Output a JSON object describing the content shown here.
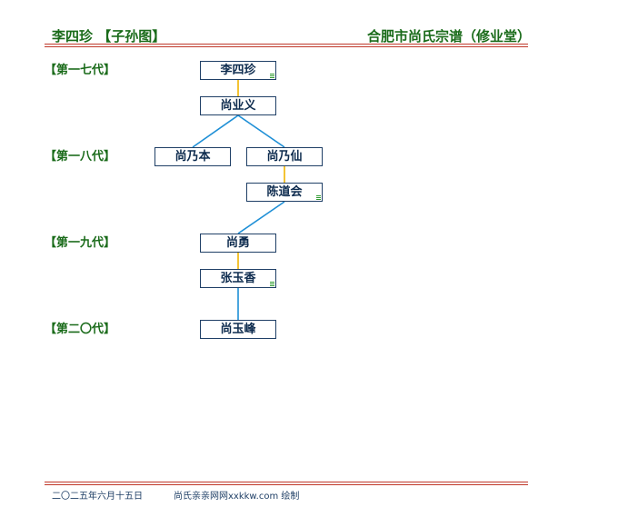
{
  "header": {
    "left_title": "李四珍 【子孙图】",
    "right_title": "合肥市尚氏宗谱（修业堂）"
  },
  "generations": [
    "【第一七代】",
    "【第一八代】",
    "【第一九代】",
    "【第二〇代】"
  ],
  "nodes": [
    {
      "id": "n1",
      "name": "李四珍",
      "has_mark": true
    },
    {
      "id": "n2",
      "name": "尚业义",
      "has_mark": false
    },
    {
      "id": "n3",
      "name": "尚乃本",
      "has_mark": false
    },
    {
      "id": "n4",
      "name": "尚乃仙",
      "has_mark": false
    },
    {
      "id": "n5",
      "name": "陈道会",
      "has_mark": true
    },
    {
      "id": "n6",
      "name": "尚勇",
      "has_mark": false
    },
    {
      "id": "n7",
      "name": "张玉香",
      "has_mark": true
    },
    {
      "id": "n8",
      "name": "尚玉峰",
      "has_mark": false
    }
  ],
  "links": [
    {
      "from": "n1",
      "to": "n2",
      "kind": "spouse"
    },
    {
      "from": "n2",
      "to": "n3",
      "kind": "child"
    },
    {
      "from": "n2",
      "to": "n4",
      "kind": "child"
    },
    {
      "from": "n4",
      "to": "n5",
      "kind": "spouse"
    },
    {
      "from": "n5",
      "to": "n6",
      "kind": "child"
    },
    {
      "from": "n6",
      "to": "n7",
      "kind": "spouse"
    },
    {
      "from": "n7",
      "to": "n8",
      "kind": "child"
    }
  ],
  "colors": {
    "spouse_link": "#f0b400",
    "child_link": "#1e8fd6"
  },
  "footer": {
    "date": "二〇二五年六月十五日",
    "site": "尚氏亲亲网网xxkkw.com 绘制"
  }
}
